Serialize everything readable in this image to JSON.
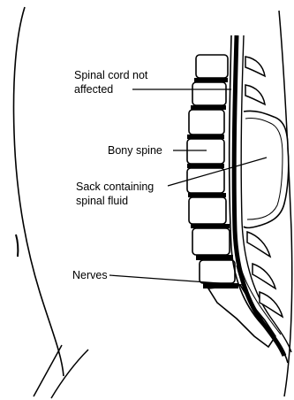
{
  "labels": {
    "spinal_cord_line1": "Spinal cord not",
    "spinal_cord_line2": "affected",
    "bony_spine": "Bony spine",
    "sack_line1": "Sack containing",
    "sack_line2": "spinal fluid",
    "nerves": "Nerves"
  }
}
